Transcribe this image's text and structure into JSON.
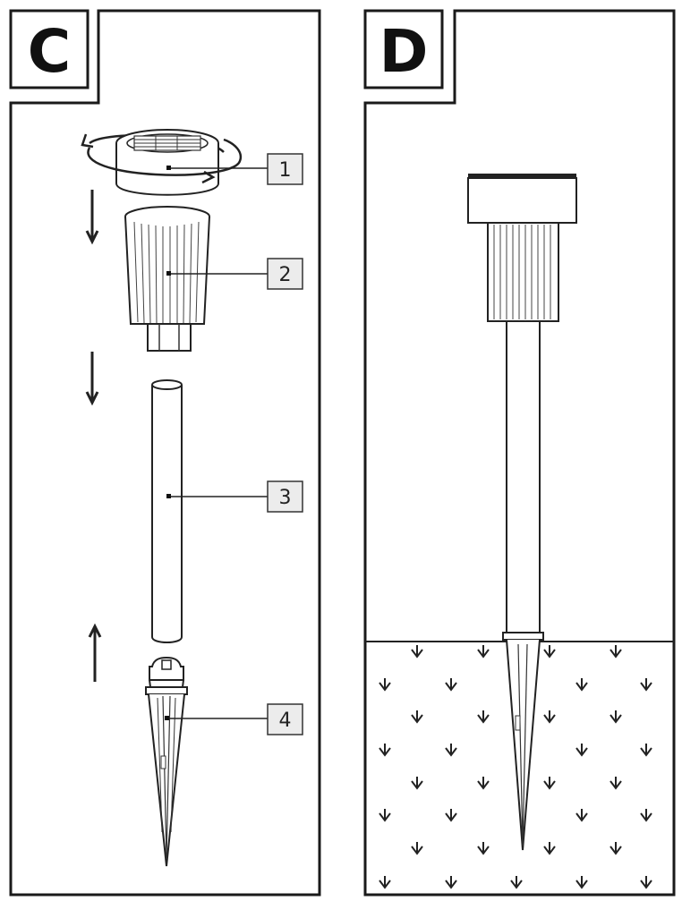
{
  "panels": {
    "c": {
      "label": "C"
    },
    "d": {
      "label": "D"
    }
  },
  "callouts": [
    {
      "number": "1"
    },
    {
      "number": "2"
    },
    {
      "number": "3"
    },
    {
      "number": "4"
    }
  ]
}
